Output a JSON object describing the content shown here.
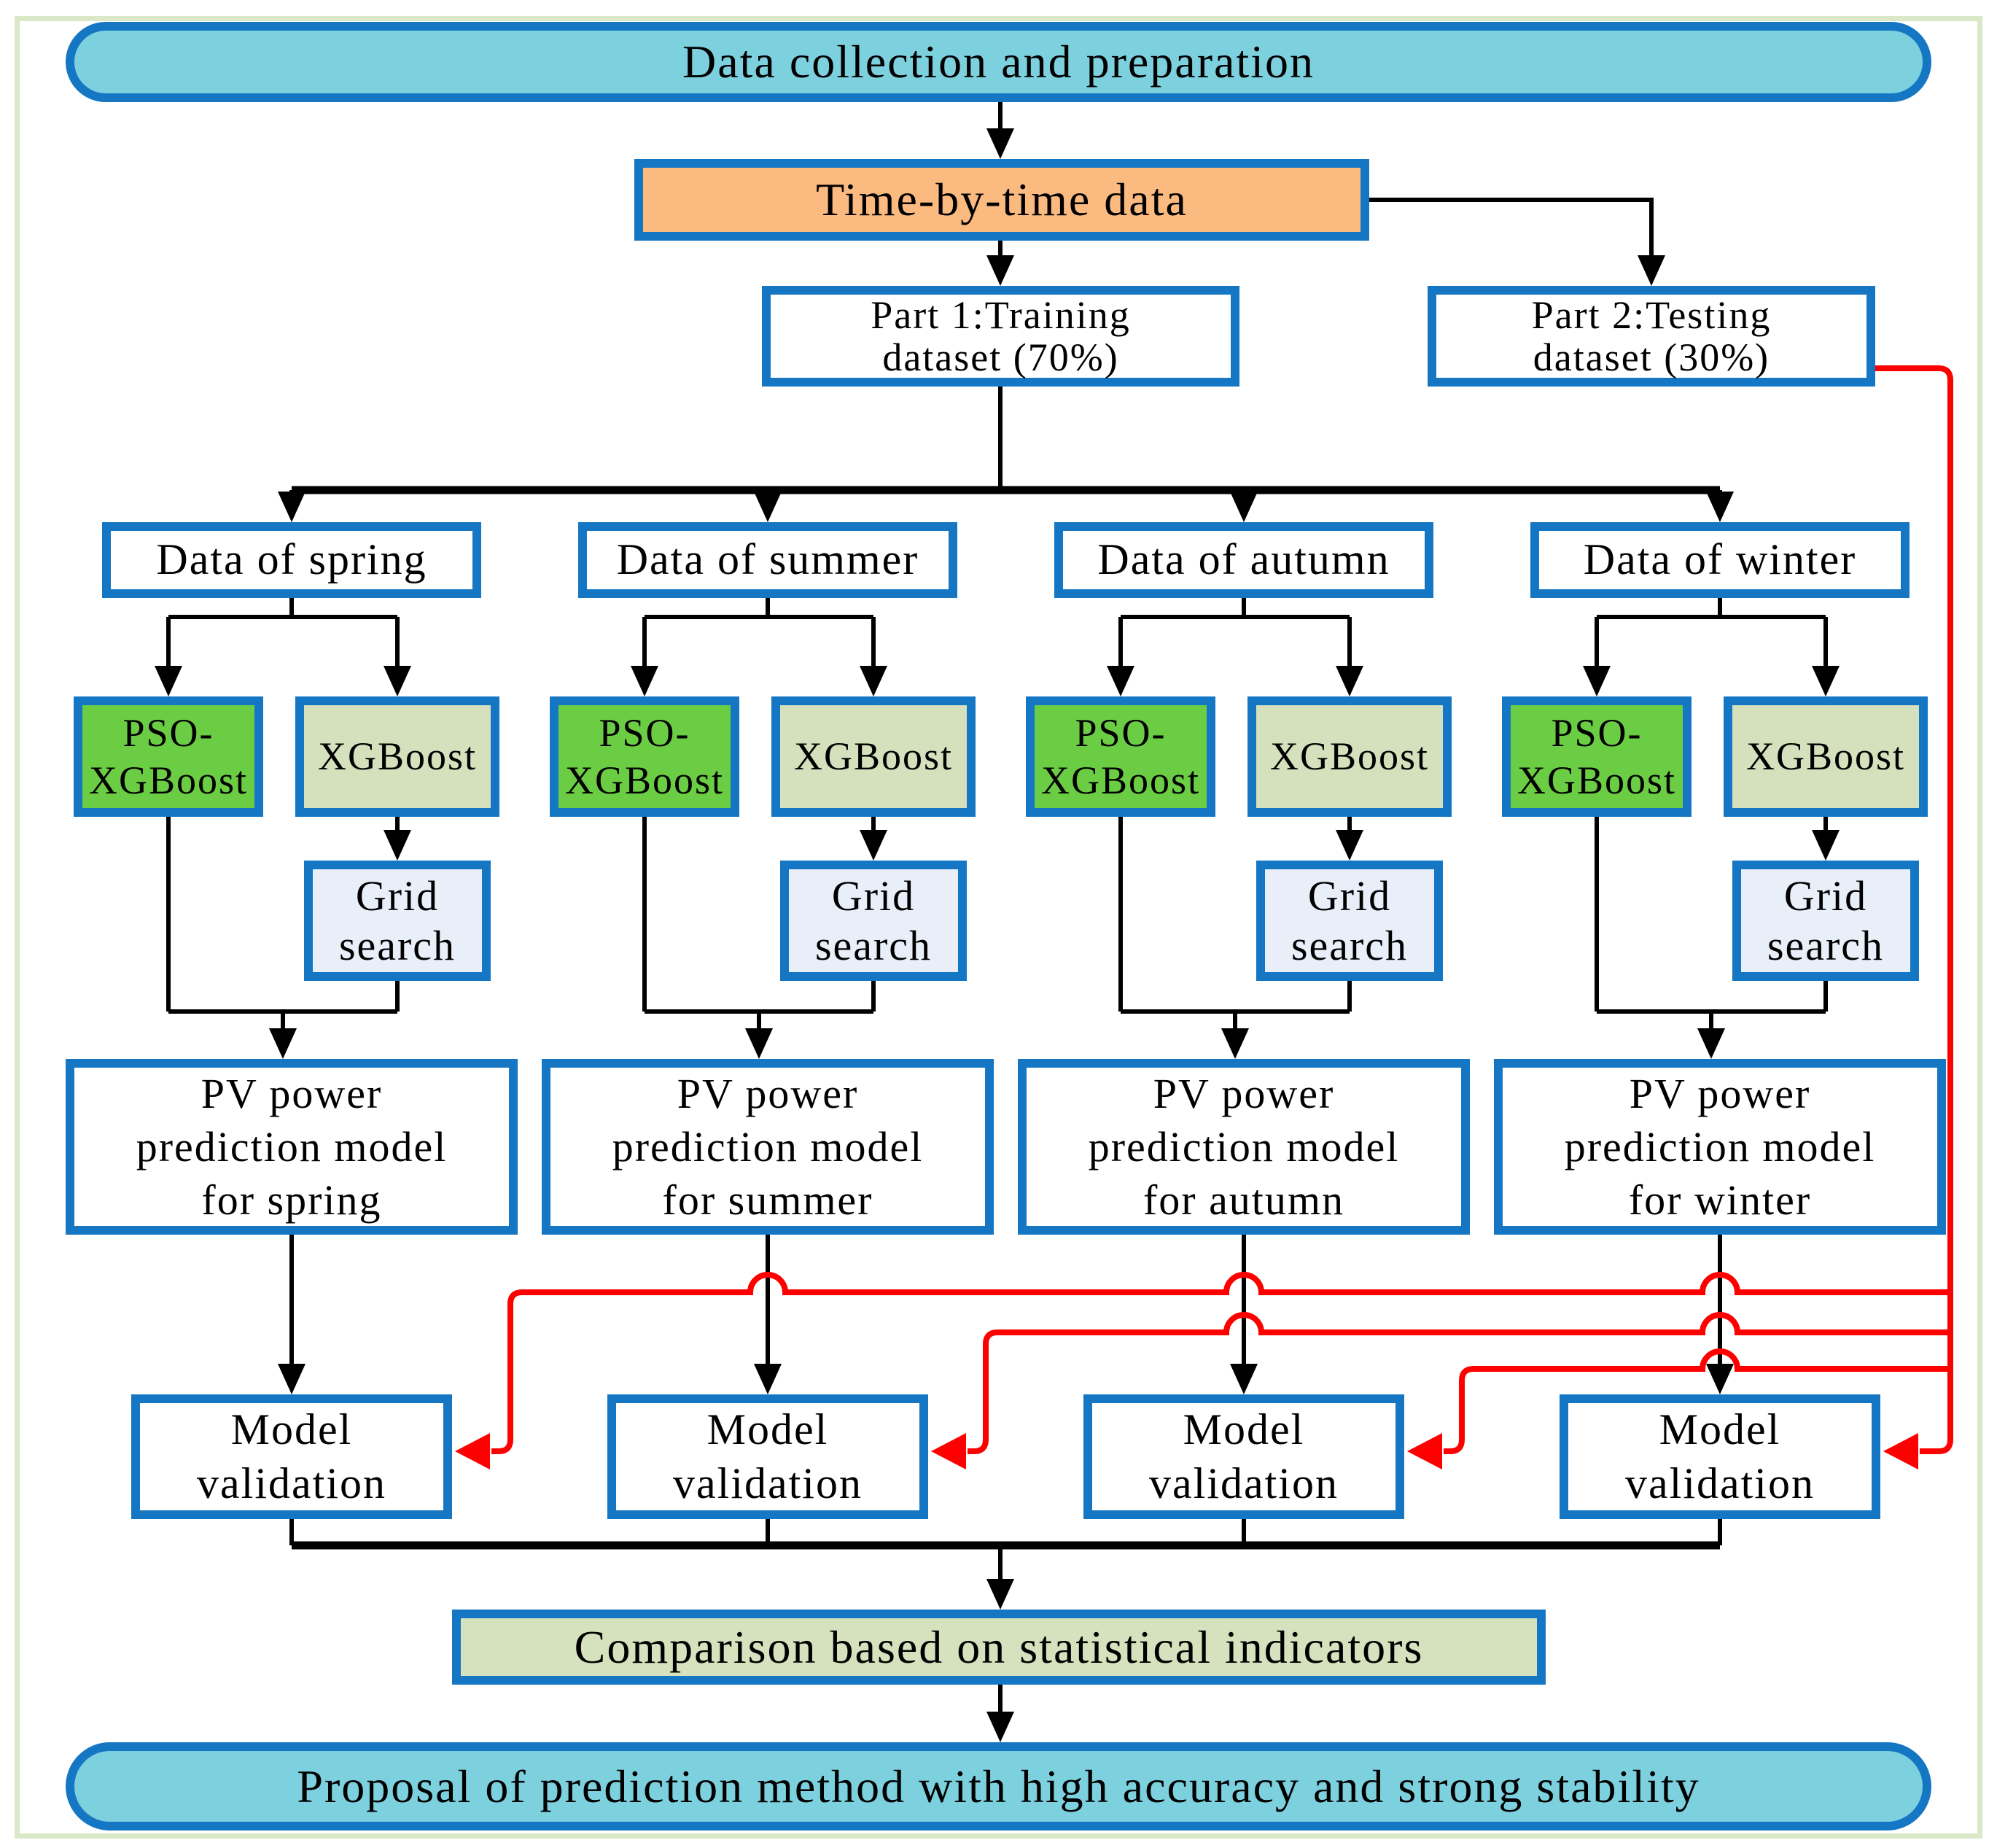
{
  "top_pill": {
    "label": "Data collection and preparation"
  },
  "time_box": {
    "label": "Time-by-time data"
  },
  "part1": {
    "label": "Part 1:Training\ndataset (70%)"
  },
  "part2": {
    "label": "Part 2:Testing\ndataset (30%)"
  },
  "columns": [
    {
      "season": "spring",
      "data_label": "Data of spring",
      "pso_label": "PSO-\nXGBoost",
      "xgboost_label": "XGBoost",
      "grid_label": "Grid\nsearch",
      "pv_label": "PV power\nprediction model\nfor spring",
      "validation_label": "Model\nvalidation"
    },
    {
      "season": "summer",
      "data_label": "Data of summer",
      "pso_label": "PSO-\nXGBoost",
      "xgboost_label": "XGBoost",
      "grid_label": "Grid\nsearch",
      "pv_label": "PV power\nprediction model\nfor summer",
      "validation_label": "Model\nvalidation"
    },
    {
      "season": "autumn",
      "data_label": "Data of autumn",
      "pso_label": "PSO-\nXGBoost",
      "xgboost_label": "XGBoost",
      "grid_label": "Grid\nsearch",
      "pv_label": "PV power\nprediction model\nfor autumn",
      "validation_label": "Model\nvalidation"
    },
    {
      "season": "winter",
      "data_label": "Data of winter",
      "pso_label": "PSO-\nXGBoost",
      "xgboost_label": "XGBoost",
      "grid_label": "Grid\nsearch",
      "pv_label": "PV power\nprediction model\nfor winter",
      "validation_label": "Model\nvalidation"
    }
  ],
  "comparison": {
    "label": "Comparison based on statistical indicators"
  },
  "bottom_pill": {
    "label": "Proposal of prediction method with high accuracy and strong stability"
  },
  "colors": {
    "border_blue": "#1577c4",
    "pill_cyan": "#7dd0de",
    "time_orange": "#fbba80",
    "pso_green": "#6bcd43",
    "xgboost_sage": "#d5e0bc",
    "grid_pale_blue": "#e9eff9",
    "comparison_sage": "#d6e2bd",
    "frame_green": "#dbe8c8",
    "flow_line_black": "#000000",
    "testing_line_red": "#fd0000"
  }
}
